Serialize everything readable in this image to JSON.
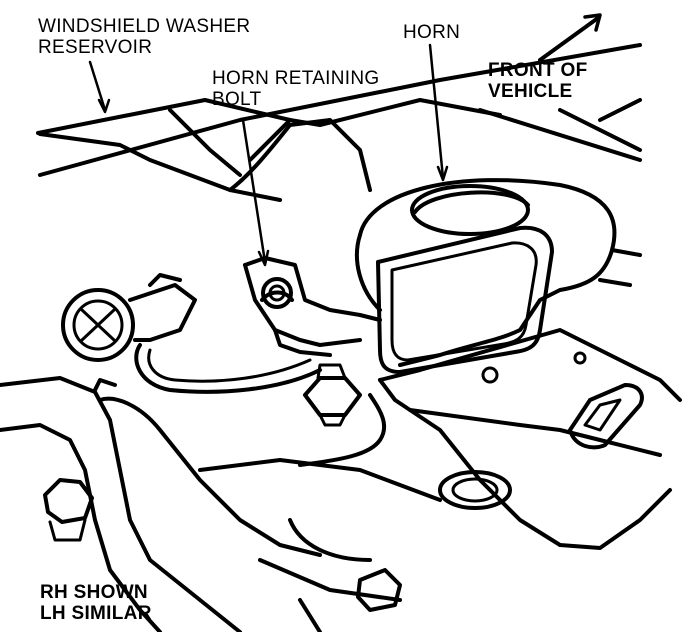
{
  "labels": {
    "washer_reservoir": {
      "line1": "WINDSHIELD WASHER",
      "line2": "RESERVOIR"
    },
    "horn": {
      "line1": "HORN"
    },
    "horn_retaining_bolt": {
      "line1": "HORN RETAINING",
      "line2": "BOLT"
    },
    "front_of_vehicle": {
      "line1": "FRONT OF",
      "line2": "VEHICLE"
    },
    "rh_shown": {
      "line1": "RH SHOWN",
      "line2": "LH SIMILAR"
    }
  },
  "colors": {
    "ink": "#000000",
    "paper": "#ffffff"
  }
}
